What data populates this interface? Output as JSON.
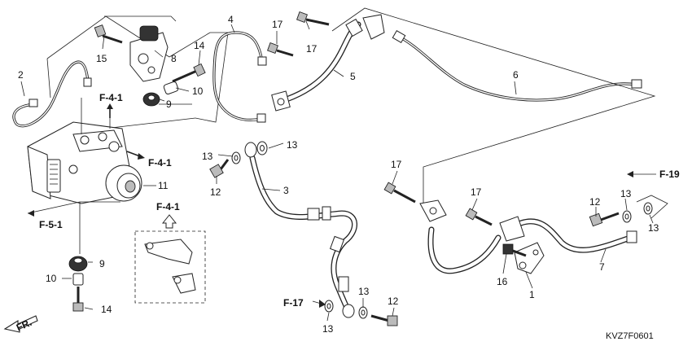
{
  "labels": {
    "p1": "1",
    "p2": "2",
    "p3": "3",
    "p4": "4",
    "p5": "5",
    "p6": "6",
    "p7": "7",
    "p8": "8",
    "p9a": "9",
    "p9b": "9",
    "p10a": "10",
    "p10b": "10",
    "p11": "11",
    "p12a": "12",
    "p12b": "12",
    "p12c": "12",
    "p13a": "13",
    "p13b": "13",
    "p13c": "13",
    "p13d": "13",
    "p13e": "13",
    "p13f": "13",
    "p14a": "14",
    "p14b": "14",
    "p15": "15",
    "p16": "16",
    "p17a": "17",
    "p17b": "17",
    "p17c": "17",
    "p17d": "17"
  },
  "refs": {
    "f41_top": "F-4-1",
    "f41_right": "F-4-1",
    "f41_inset": "F-4-1",
    "f51": "F-5-1",
    "f17": "F-17",
    "f19": "F-19",
    "fr": "FR."
  },
  "diagram_code": "KVZ7F0601"
}
